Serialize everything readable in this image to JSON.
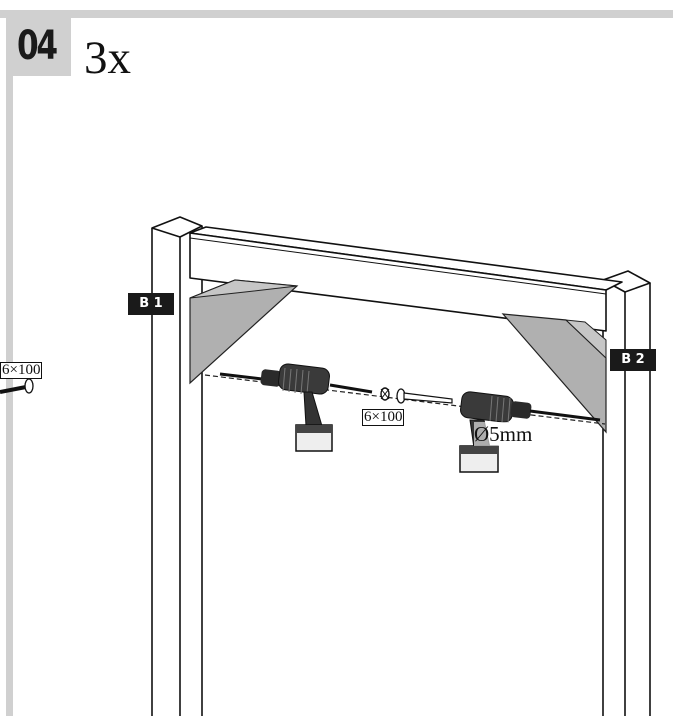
{
  "step": {
    "number": "04",
    "quantity": "3x"
  },
  "parts": {
    "brace_left_label": "B 1",
    "brace_right_label": "B 2"
  },
  "hardware": {
    "screw_left": "6×100",
    "screw_middle": "6×100",
    "drill_bit": "Ø5mm"
  },
  "colors": {
    "frame_gray": "#d0d0d0",
    "brace_gray": "#b0b0b0",
    "label_bg": "#1a1a1a",
    "label_text": "#ffffff"
  },
  "icons": [
    "drill-icon",
    "screw-icon",
    "washer-icon"
  ]
}
